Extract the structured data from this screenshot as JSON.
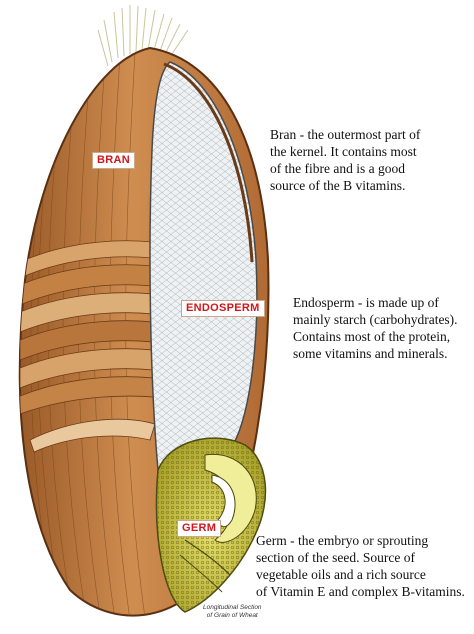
{
  "labels": {
    "bran": "BRAN",
    "endosperm": "ENDOSPERM",
    "germ": "GERM"
  },
  "descriptions": {
    "bran": [
      "Bran - the outermost part of",
      "the kernel. It contains most",
      "of the fibre and is a good",
      "source of the B vitamins."
    ],
    "endosperm": [
      "Endosperm - is made up of",
      "mainly starch (carbohydrates).",
      "Contains most of the protein,",
      "some vitamins and minerals."
    ],
    "germ": [
      "Germ - the embryo or sprouting",
      "section of the seed. Source of",
      "vegetable oils and a rich source",
      "of Vitamin E and complex B-vitamins."
    ]
  },
  "caption": [
    "Longitudinal Section",
    "of Grain of Wheat"
  ],
  "colors": {
    "bran": "#c8864a",
    "bran_dark": "#8a4f22",
    "endosperm": "#eef2f4",
    "germ": "#c9c23a",
    "label_text": "#d0161b",
    "hair": "#c7c79a"
  }
}
